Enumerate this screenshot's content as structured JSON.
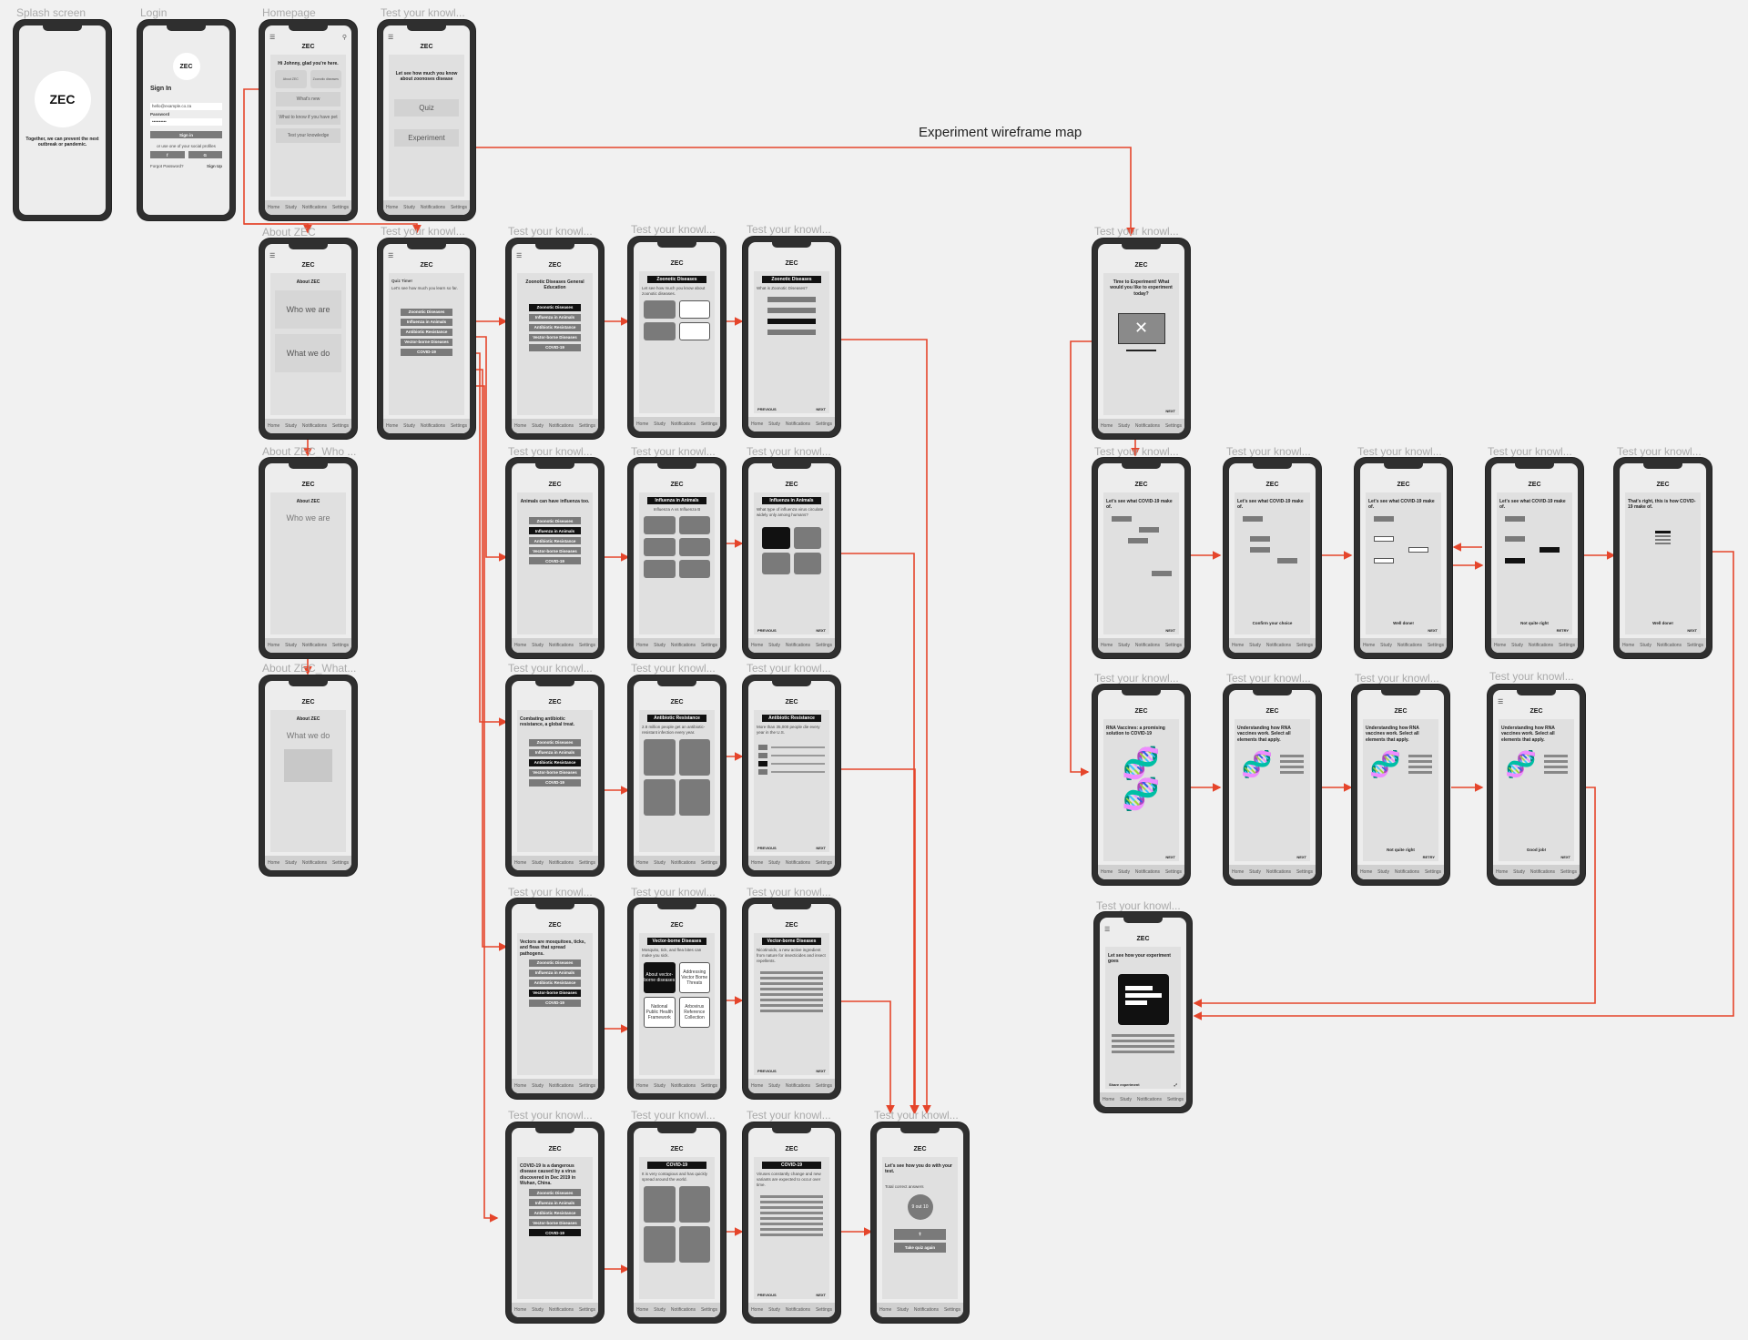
{
  "map_title": "Experiment wireframe map",
  "app_name": "ZEC",
  "tab_labels": [
    "Home",
    "Study",
    "Notifications",
    "Settings"
  ],
  "labels": {
    "splash": "Splash screen",
    "login": "Login",
    "home": "Homepage",
    "test": "Test your knowl...",
    "about": "About ZEC",
    "about_who": "About ZEC_Who ...",
    "about_what": "About ZEC_What..."
  },
  "splash": {
    "tagline": "Together, we can prevent the next outbreak or pandemic."
  },
  "login": {
    "title": "Sign In",
    "email": "hello@example.co.za",
    "password_label": "Password",
    "password": "••••••••••",
    "sign_in": "Sign in",
    "social": "or use one of your social profiles",
    "forgot": "Forgot Password?",
    "sign_up": "Sign Up"
  },
  "home": {
    "greeting": "Hi Johnny, glad you're here.",
    "about": "About ZEC",
    "zoonotic": "Zoonotic diseases",
    "whats_new": "What's new",
    "pet": "What to know if you have pet",
    "test": "Test your knowledge"
  },
  "test_intro": {
    "prompt": "Let see how much you know about zoonoses disease",
    "quiz": "Quiz",
    "experiment": "Experiment"
  },
  "about": {
    "title": "About ZEC",
    "who": "Who we are",
    "what": "What we do"
  },
  "quiz_time": {
    "title": "Quiz Time!",
    "subtitle": "Let's see how much you learn so far."
  },
  "topics": [
    "Zoonotic Diseases",
    "Influenza in Animals",
    "Antibiotic Resistance",
    "Vector-borne Diseases",
    "COVID-19"
  ],
  "topic_intro": [
    "Zoonotic Diseases General Education",
    "Animals can have influenza too.",
    "Combating antibiotic resistance, a global treat.",
    "Vectors are mosquitoes, ticks, and fleas that spread pathogens.",
    "COVID-19 is a dangerous disease caused by a virus discovered in Dec 2019 in Wuhan, China."
  ],
  "topic_learn": [
    "Let see how much you know about zoonotic diseases.",
    "Influenza A vs Influenza B",
    "2.8 million people get an antibiotic-resistant infection every year.",
    "Mosquito, tick, and flea bites can make you sick.",
    "It is very contagious and has quickly spread around the world."
  ],
  "vector_tiles": [
    "About vector-borne diseases",
    "Addressing Vector Borne Threats",
    "National Public Health Framework",
    "Arbovirus Reference Collection"
  ],
  "topic_question": [
    "What is Zoonotic Diseases?",
    "What type of influenza virus circulate widely only among humans?",
    "More than 35,000 people die every year in the U.S.",
    "Nicotinoids, a new active ingredient from nature for insecticides and insect repellents.",
    "Viruses constantly change and new variants are expected to occur over time."
  ],
  "nav": {
    "prev": "PREVIOUS",
    "next": "NEXT",
    "retry": "RETRY"
  },
  "result": {
    "prompt": "Let's see how you do with your test.",
    "total": "Total correct answers",
    "score": "9 out 10",
    "retake": "Take quiz again"
  },
  "experiment": {
    "intro": "Time to Experiment! What would you like to experiment today?",
    "covid_prompt": "Let's see what COVID-19 make of.",
    "confirm": "Confirm your choice",
    "well_done": "Well done!",
    "not_quite": "Not quite right",
    "thats_right": "That's right, this is how COVID-19 make of.",
    "rna_title": "RNA Vaccines: a promising solution to COVID-19",
    "rna_prompt": "Understanding how RNA vaccines work. Select all elements that apply.",
    "good_job": "Good job!",
    "final": "Let see how your experiment goes",
    "share": "Share experiment"
  }
}
